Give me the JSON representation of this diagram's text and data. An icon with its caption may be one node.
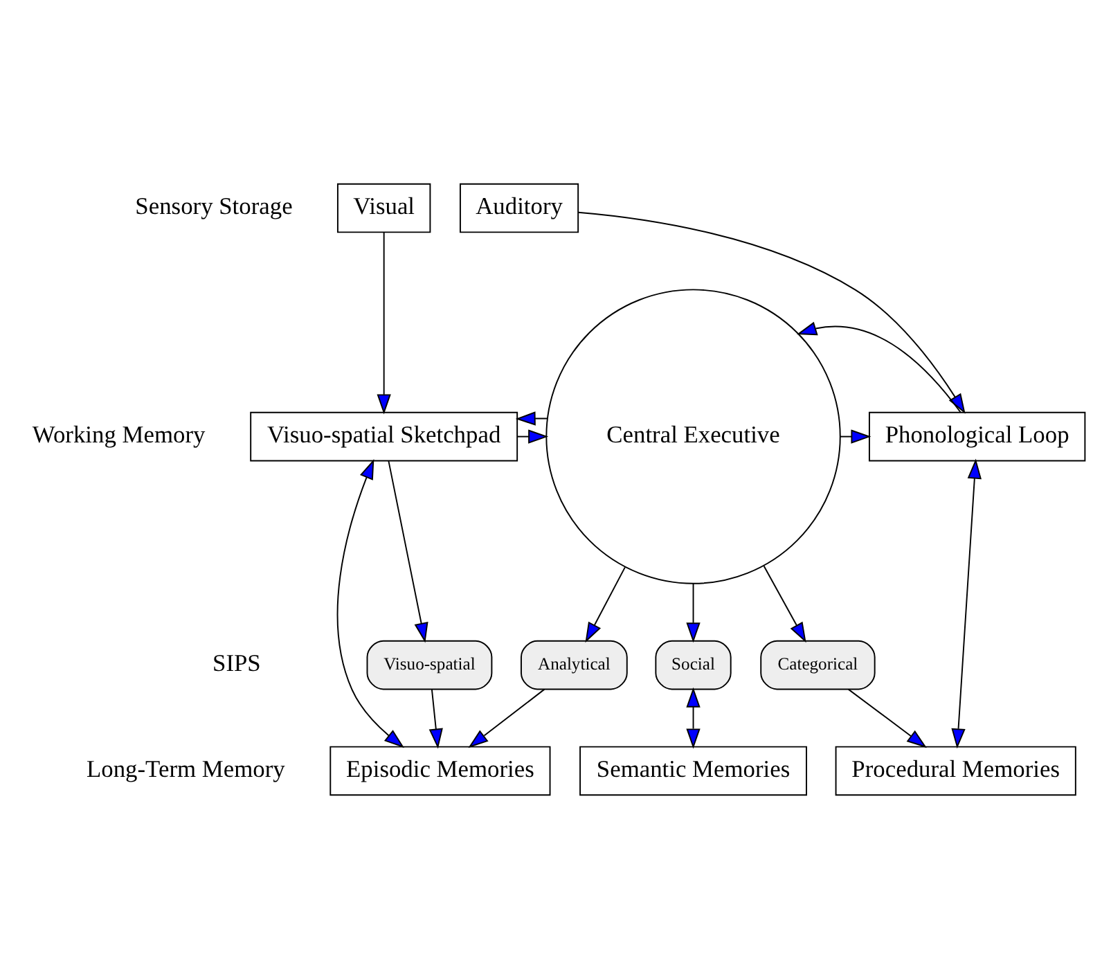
{
  "diagram": {
    "nodes": [
      {
        "text": [
          "Visual"
        ]
      },
      {
        "text": [
          "Auditory"
        ]
      },
      {
        "text": [
          "Visuo-spatial Sketchpad"
        ]
      },
      {
        "text": [
          "Central Executive"
        ]
      },
      {
        "text": [
          "Phonological Loop"
        ]
      },
      {
        "text": [
          "Visuo-spatial"
        ]
      },
      {
        "text": [
          "Analytical"
        ]
      },
      {
        "text": [
          "Social"
        ]
      },
      {
        "text": [
          "Categorical"
        ]
      },
      {
        "text": [
          "Episodic Memories"
        ]
      },
      {
        "text": [
          "Semantic Memories"
        ]
      },
      {
        "text": [
          "Procedural Memories"
        ]
      }
    ],
    "edges": [
      {
        "from": 0,
        "to": 2,
        "arrow": "to"
      },
      {
        "from": 1,
        "to": 4,
        "arrow": "to"
      },
      {
        "from": 2,
        "to": 3,
        "arrow": "to"
      },
      {
        "from": 3,
        "to": 2,
        "arrow": "to"
      },
      {
        "from": 3,
        "to": 4,
        "arrow": "to"
      },
      {
        "from": 4,
        "to": 3,
        "arrow": "to"
      },
      {
        "from": 2,
        "to": 5,
        "arrow": "to"
      },
      {
        "from": 3,
        "to": 6,
        "arrow": "to"
      },
      {
        "from": 3,
        "to": 7,
        "arrow": "to"
      },
      {
        "from": 3,
        "to": 8,
        "arrow": "to"
      },
      {
        "from": 5,
        "to": 9,
        "arrow": "to"
      },
      {
        "from": 2,
        "to": 9,
        "arrow": "both"
      },
      {
        "from": 6,
        "to": 9,
        "arrow": "to"
      },
      {
        "from": 7,
        "to": 10,
        "arrow": "both"
      },
      {
        "from": 8,
        "to": 11,
        "arrow": "to"
      },
      {
        "from": 4,
        "to": 11,
        "arrow": "both"
      }
    ],
    "labels": [
      "Sensory Storage",
      "Working Memory",
      "SIPS",
      "Long-Term Memory"
    ]
  }
}
